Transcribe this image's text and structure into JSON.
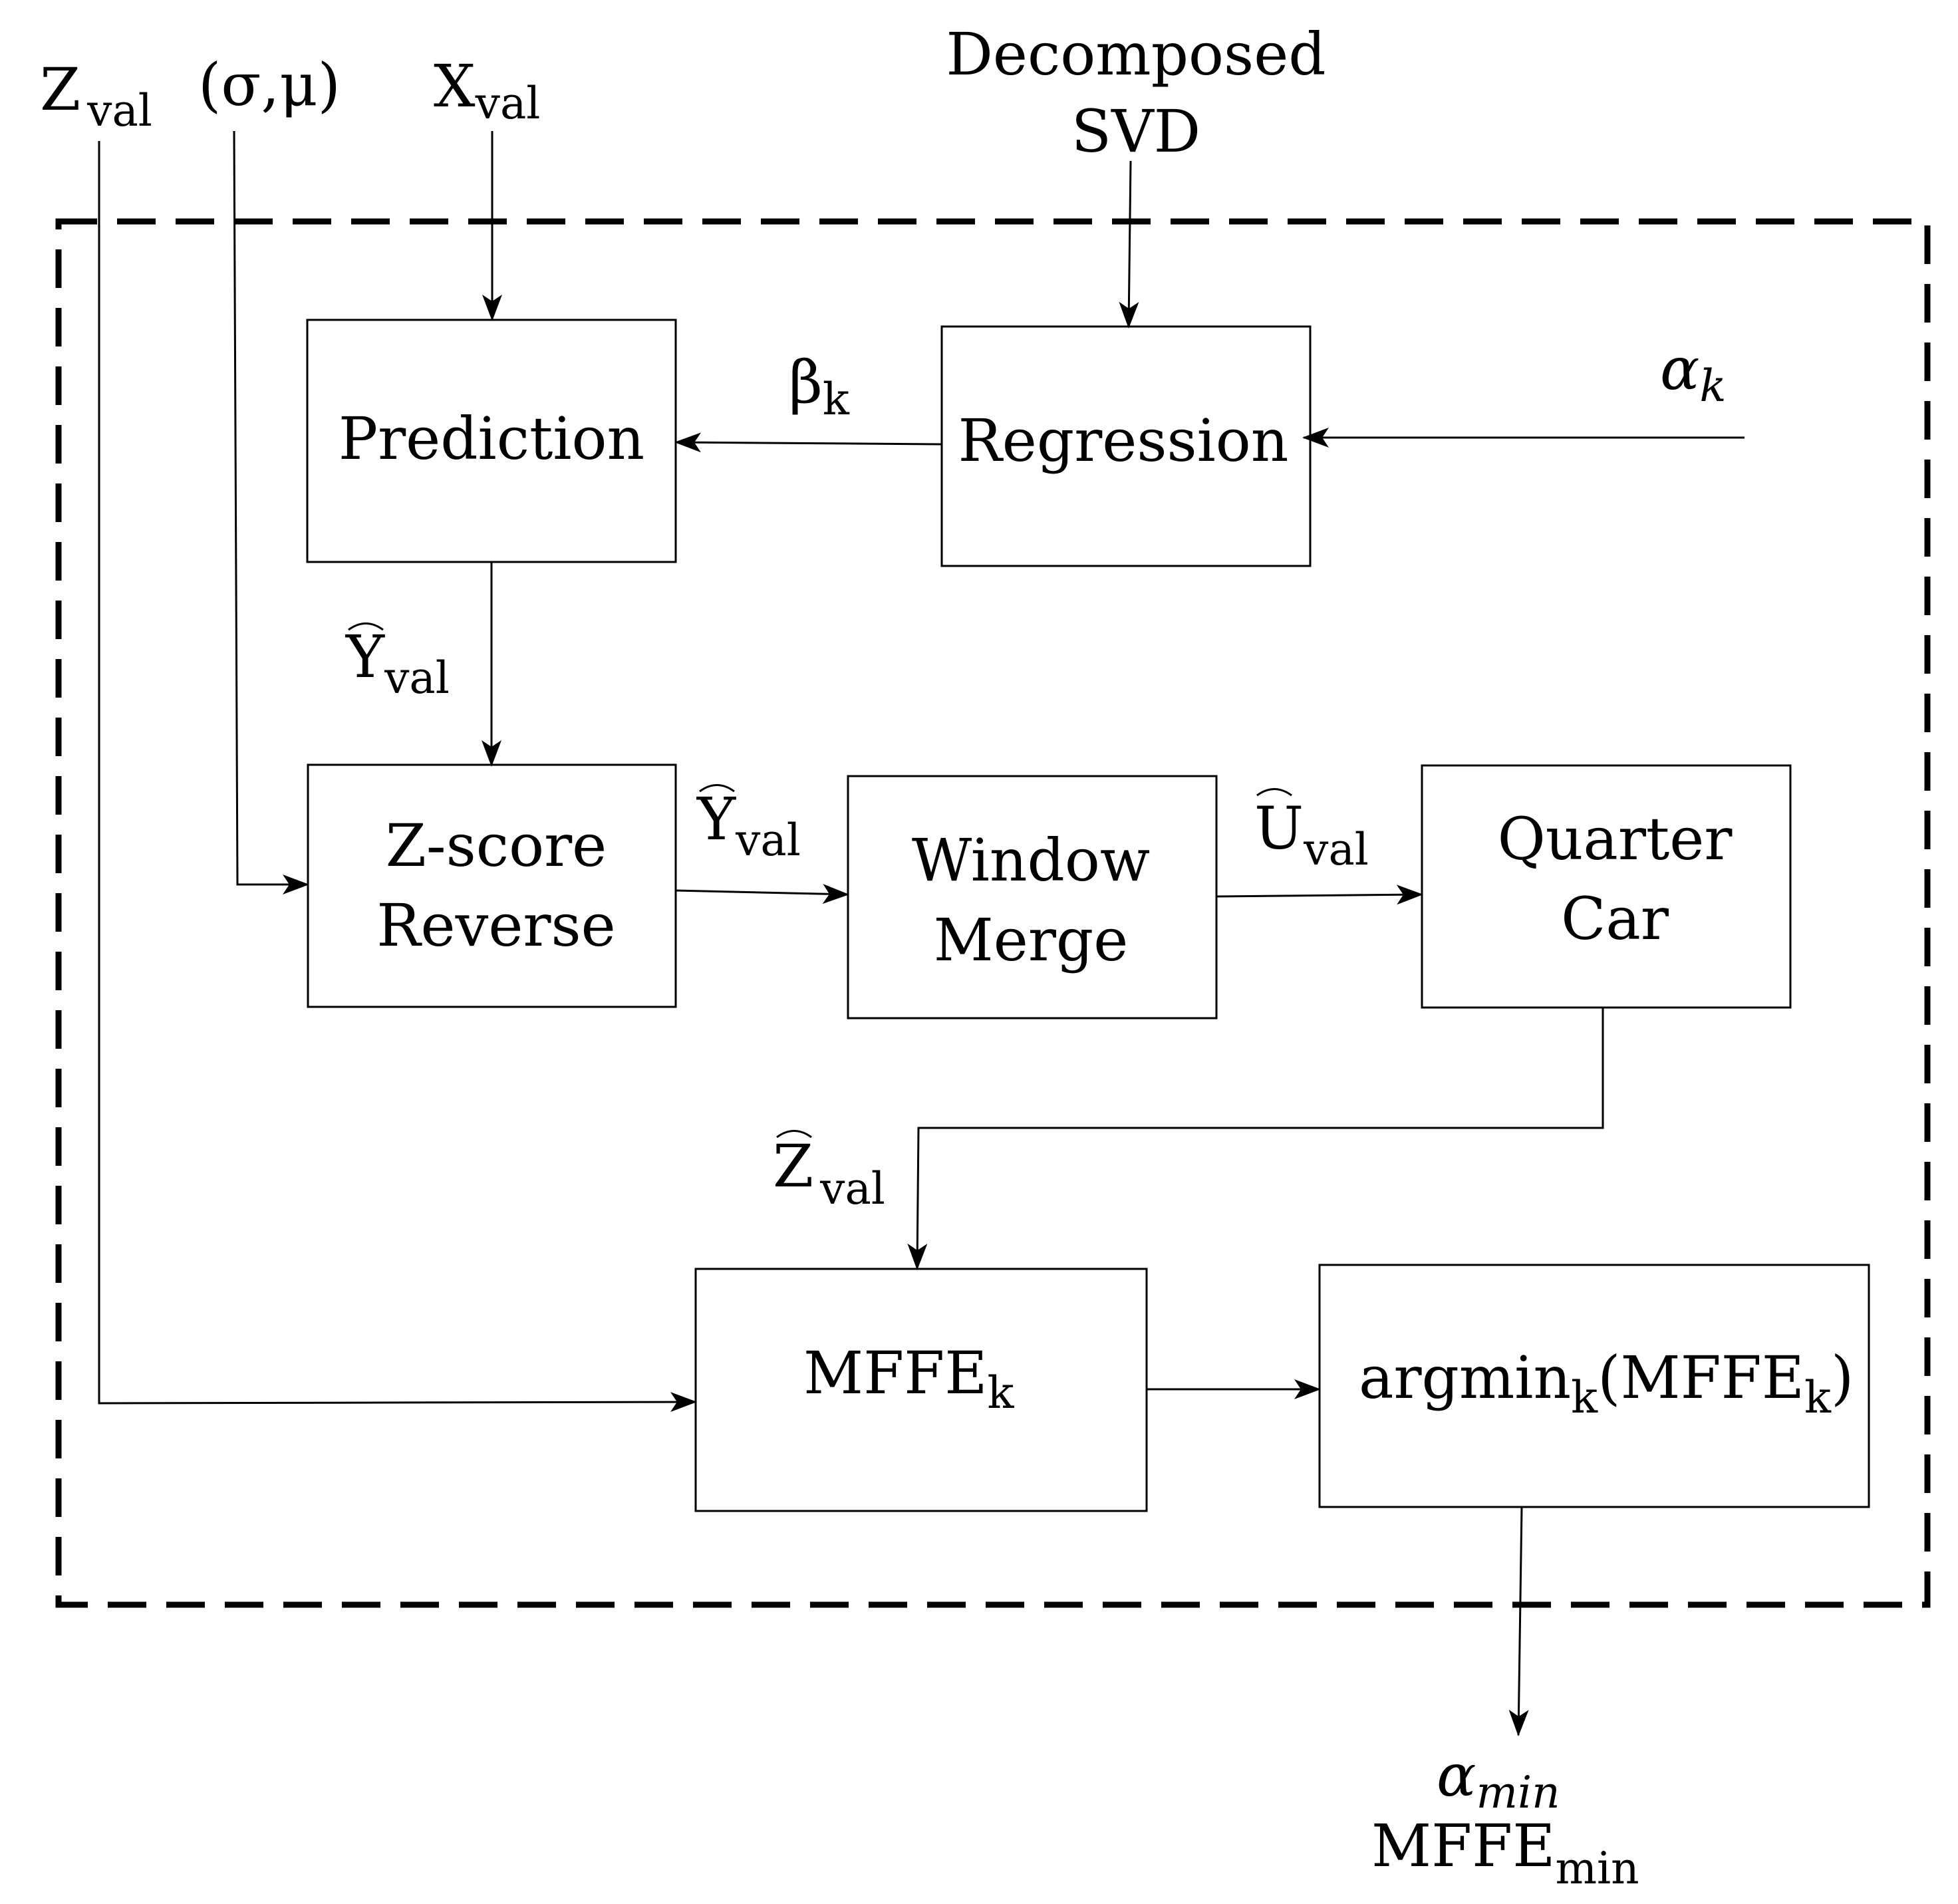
{
  "inputs": {
    "z_val": {
      "base": "Z",
      "sub": "val"
    },
    "sigma_mu": "(σ,μ)",
    "x_val": {
      "base": "X",
      "sub": "val"
    },
    "decomposed_svd": [
      "Decomposed",
      "SVD"
    ],
    "alpha_k": {
      "base": "α",
      "sub": "k"
    }
  },
  "blocks": {
    "prediction": [
      "Prediction"
    ],
    "regression": [
      "Regression"
    ],
    "zscore_reverse": [
      "Z-score",
      "Reverse"
    ],
    "window_merge": [
      "Window",
      "Merge"
    ],
    "quarter_car": [
      "Quarter",
      "Car"
    ],
    "mffe_k": {
      "base": "MFFE",
      "sub": "k"
    },
    "argmin": {
      "pre": "argmin",
      "pre_sub": "k",
      "mid": "(MFFE",
      "mid_sub": "k",
      "post": ")"
    }
  },
  "edge_labels": {
    "beta_k": {
      "base": "β",
      "sub": "k"
    },
    "y_hat_val_1": {
      "base": "Y",
      "sub": "val"
    },
    "y_hat_val_2": {
      "base": "Y",
      "sub": "val"
    },
    "u_hat_val": {
      "base": "U",
      "sub": "val"
    },
    "z_hat_val": {
      "base": "Z",
      "sub": "val"
    }
  },
  "outputs": {
    "alpha_min": {
      "base": "α",
      "sub": "min"
    },
    "mffe_min": {
      "base": "MFFE",
      "sub": "min"
    }
  }
}
